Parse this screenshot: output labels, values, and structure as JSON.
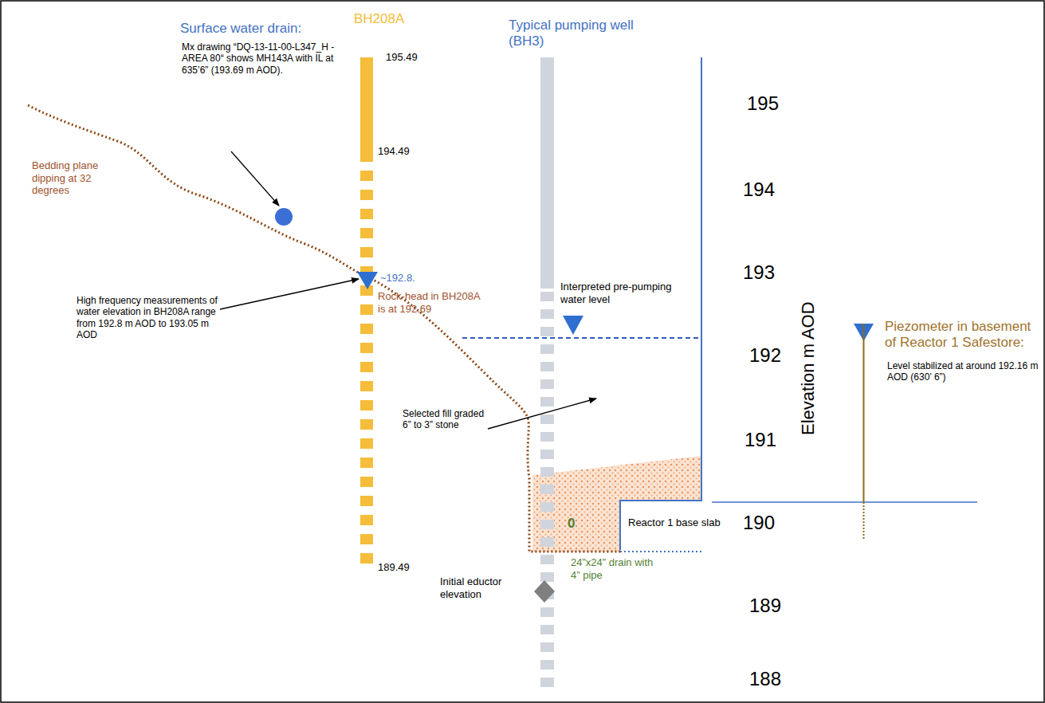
{
  "diagram": {
    "labels": [
      "Surface water drain:",
      "Mx drawing “DQ-13-11-00-L347_H - AREA 80“ shows MH143A with IL at 635’6” (193.69 m AOD).",
      "BH208A",
      "195.49",
      "194.49",
      "189.49",
      "Typical pumping well (BH3)",
      "195",
      "194",
      "193",
      "192",
      "191",
      "190",
      "189",
      "188",
      "Elevation m AOD",
      "Bedding plane dipping at 32 degrees",
      "High frequency measurements of water elevation in BH208A range from 192.8 m AOD to 193.05 m AOD",
      "~192.8.",
      "Rock-head in BH208A is at 192.69",
      "Interpreted pre-pumping water level",
      "Piezometer in basement of Reactor 1 Safestore:",
      "Level stabilized at around 192.16 m AOD (630’ 6”)",
      "Selected fill graded 6” to 3” stone",
      "0",
      "Reactor 1 base slab",
      "Initial eductor elevation",
      "24”x24” drain with 4” pipe"
    ]
  }
}
